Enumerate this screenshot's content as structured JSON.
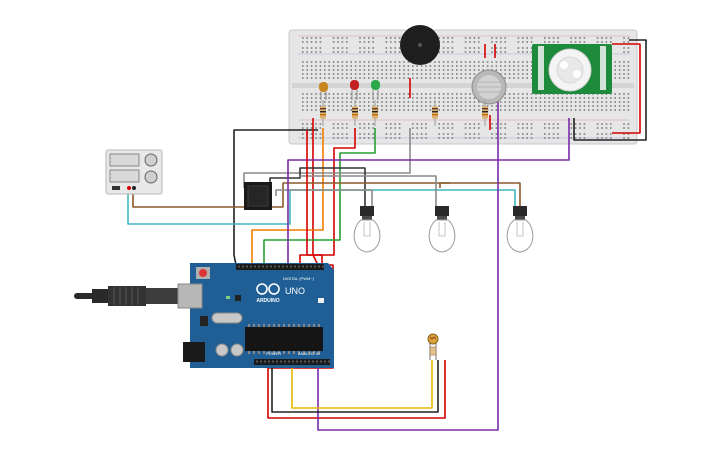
{
  "arduino": {
    "logo_text": "ARDUINO",
    "model": "UNO",
    "digital_label": "DIGITAL (PWM~)",
    "power_label": "POWER",
    "analog_label": "ANALOG IN"
  },
  "components": {
    "breadboard": "breadboard",
    "buzzer": "piezo-buzzer",
    "gas_sensor": "gas-sensor",
    "pir_sensor": "pir-motion-sensor",
    "leds": [
      "orange",
      "red",
      "green"
    ],
    "bulbs": 3,
    "power_supply": "dc-power-supply",
    "relay": "relay",
    "photoresistor": "photoresistor",
    "usb_cable": "usb-cable"
  },
  "colors": {
    "board_blue": "#1f5f95",
    "breadboard": "#e6e6e6",
    "wire_red": "#d40000",
    "wire_black": "#222222",
    "wire_green": "#27a035",
    "wire_orange": "#f07d00",
    "wire_purple": "#7a2ba8",
    "wire_gray": "#8a8a8a",
    "wire_brown": "#8a5a2b",
    "wire_teal": "#3fb8c0",
    "wire_yellow": "#e6b800",
    "pir_green": "#1e8a3c"
  }
}
